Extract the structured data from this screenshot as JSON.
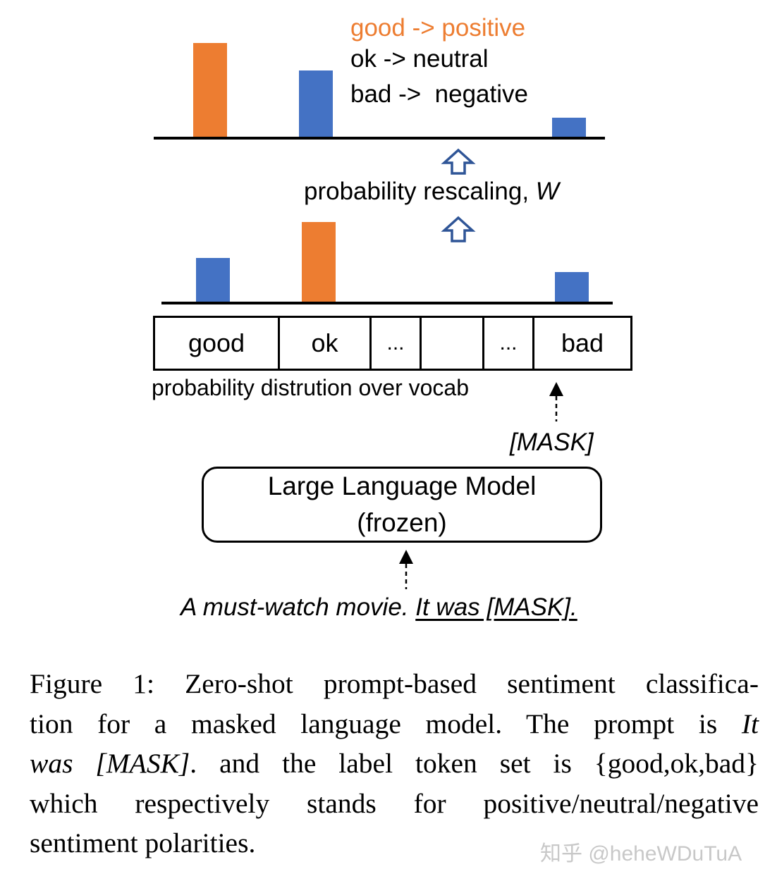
{
  "colors": {
    "orange": "#ED7D31",
    "blue": "#4472C4",
    "arrow_outline": "#2F5597",
    "watermark": "#c8c8c8"
  },
  "legend": [
    {
      "text": "good -> positive",
      "color": "#ED7D31"
    },
    {
      "text": "ok -> neutral",
      "color": "#000000"
    },
    {
      "text": "bad ->  negative",
      "color": "#000000"
    }
  ],
  "top_chart": {
    "bars": [
      {
        "token": "good",
        "value": 1.0,
        "color": "#ED7D31"
      },
      {
        "token": "ok",
        "value": 0.71,
        "color": "#4472C4"
      },
      {
        "token": "bad",
        "value": 0.2,
        "color": "#4472C4"
      }
    ]
  },
  "bottom_chart": {
    "bars": [
      {
        "token": "good",
        "value": 0.55,
        "color": "#4472C4"
      },
      {
        "token": "ok",
        "value": 1.0,
        "color": "#ED7D31"
      },
      {
        "token": "bad",
        "value": 0.37,
        "color": "#4472C4"
      }
    ]
  },
  "rescaling_label": "probability rescaling, ",
  "rescaling_symbol": "W",
  "vocab_cells": [
    "good",
    "ok",
    "...",
    "",
    "...",
    "bad"
  ],
  "vocab_caption": "probability distrution over vocab",
  "mask_label": "[MASK]",
  "model": {
    "line1": "Large Language Model",
    "line2": "(frozen)"
  },
  "input": {
    "plain": "A must-watch movie. ",
    "prompt": "It was [MASK]."
  },
  "caption_lines": [
    [
      "Figure 1: Zero-shot prompt-based sentiment classifica-"
    ],
    [
      "tion for a masked language model.  The prompt is ",
      "It"
    ],
    [
      "was [MASK]",
      ". and the label token set is {good,ok,bad}"
    ],
    [
      "which respectively stands for positive/neutral/negative"
    ],
    [
      "sentiment polarities."
    ]
  ],
  "watermark": "知乎 @heheWDuTuA"
}
